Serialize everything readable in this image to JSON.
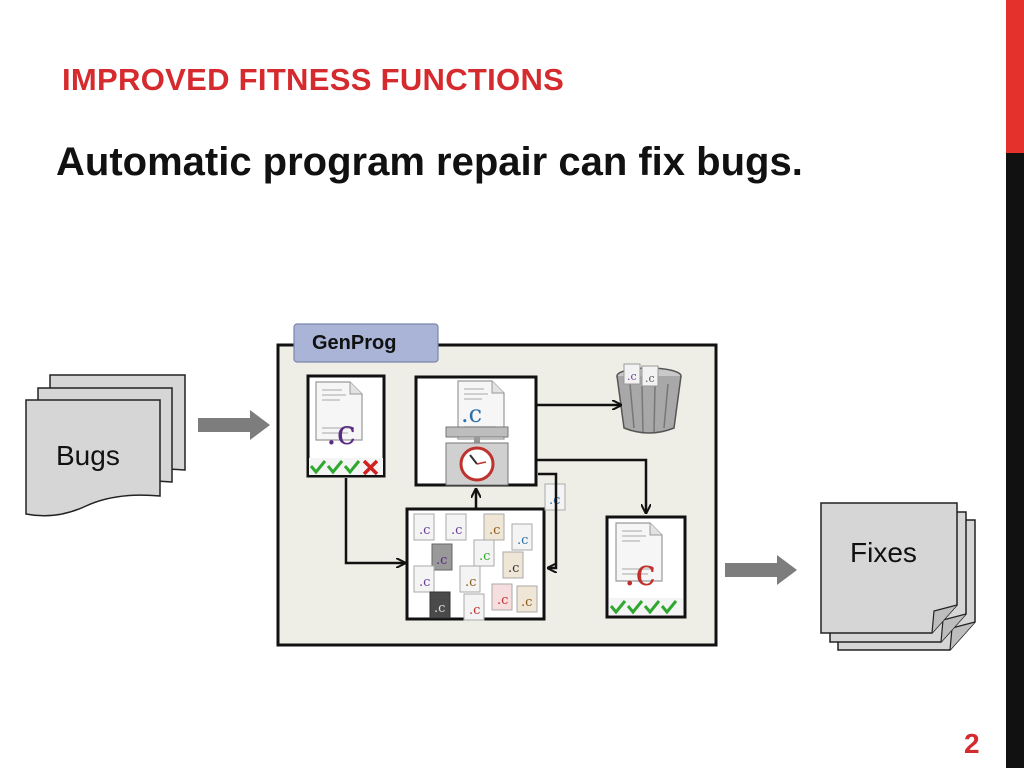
{
  "slide": {
    "title": "IMPROVED FITNESS FUNCTIONS",
    "subtitle": "Automatic program repair can fix bugs.",
    "page_number": "2"
  },
  "diagram": {
    "input_label": "Bugs",
    "output_label": "Fixes",
    "system_label": "GenProg",
    "file_glyph": ".c",
    "colors": {
      "title": "#d52b2e",
      "genprog_tab": "#a9b4d6",
      "container_bg": "#efeee6",
      "pass": "#2fa82f",
      "fail": "#d22020",
      "arrow": "#7a7a7a"
    },
    "icons": [
      "document-stack-icon",
      "c-file-icon",
      "scale-icon",
      "trash-can-icon",
      "check-icon",
      "cross-icon",
      "arrow-right-icon"
    ]
  }
}
